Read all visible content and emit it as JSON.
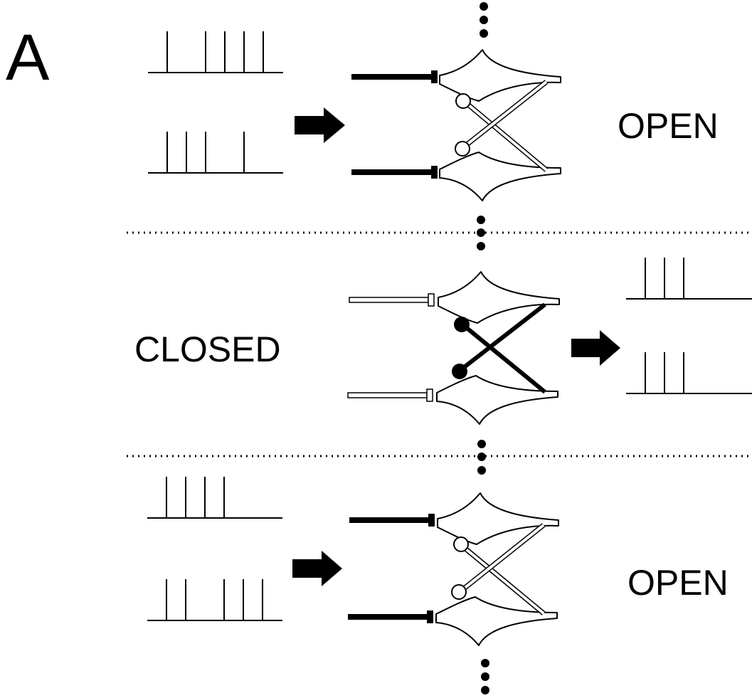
{
  "panel_label": "A",
  "sections": [
    {
      "id": "top",
      "state_label": "OPEN",
      "input_trains": [
        {
          "spikes": [
            1,
            3,
            4,
            5,
            6
          ]
        },
        {
          "spikes": [
            1,
            2,
            3,
            5
          ]
        }
      ],
      "inhibition": "inactive",
      "excitatory_input": "active"
    },
    {
      "id": "middle",
      "state_label": "CLOSED",
      "output_trains": [
        {
          "spikes": [
            1,
            2,
            3
          ]
        },
        {
          "spikes": [
            1,
            2,
            3
          ]
        }
      ],
      "inhibition": "active",
      "excitatory_input": "inactive"
    },
    {
      "id": "bottom",
      "state_label": "OPEN",
      "input_trains": [
        {
          "spikes": [
            1,
            2,
            3,
            4
          ]
        },
        {
          "spikes": [
            1,
            2,
            4,
            5,
            6
          ]
        }
      ],
      "inhibition": "inactive",
      "excitatory_input": "active"
    }
  ],
  "colors": {
    "ink": "#000000",
    "background": "#ffffff"
  }
}
